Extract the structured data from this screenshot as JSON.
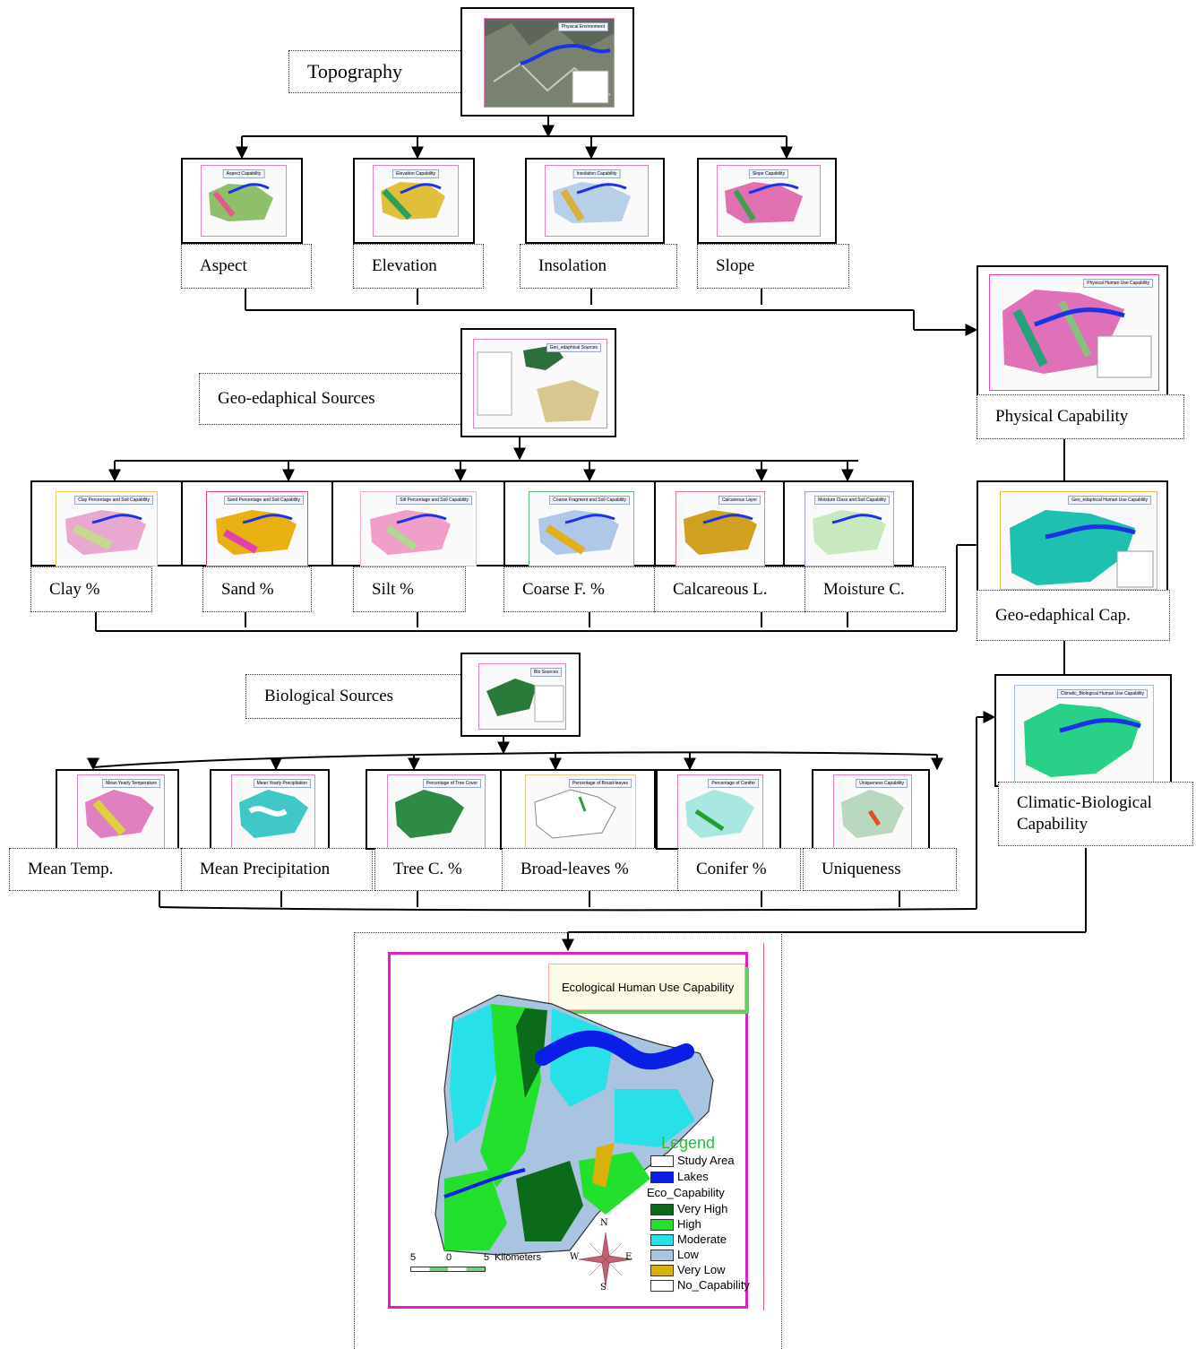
{
  "topography": {
    "label": "Topography",
    "thumb_title": "Physical Environment"
  },
  "topo_children": [
    {
      "label": "Aspect",
      "thumb_title": "Aspect Capability"
    },
    {
      "label": "Elevation",
      "thumb_title": "Elevation Capability"
    },
    {
      "label": "Insolation",
      "thumb_title": "Insolation Capability"
    },
    {
      "label": "Slope",
      "thumb_title": "Slope Capability"
    }
  ],
  "physical": {
    "label": "Physical Capability",
    "thumb_title": "Physical Human Use Capability"
  },
  "geo": {
    "label": "Geo-edaphical Sources",
    "thumb_title": "Geo_edaphical Sources"
  },
  "geo_children": [
    {
      "label": "Clay %",
      "thumb_title": "Clay Percentage and Soil Capability"
    },
    {
      "label": "Sand %",
      "thumb_title": "Sand Percentage and Soil Capability"
    },
    {
      "label": "Silt %",
      "thumb_title": "Silt Percentage and Soil Capability"
    },
    {
      "label": "Coarse F.  %",
      "thumb_title": "Coarse Fragment and Soil Capability"
    },
    {
      "label": "Calcareous L.",
      "thumb_title": "Calcareous Layer"
    },
    {
      "label": "Moisture C.",
      "thumb_title": "Moisture Class and Soil Capability"
    }
  ],
  "geo_cap": {
    "label": "Geo-edaphical Cap.",
    "thumb_title": "Geo_edaphical Human Use Capability"
  },
  "bio": {
    "label": "Biological Sources",
    "thumb_title": "Bio Sources"
  },
  "bio_children": [
    {
      "label": "Mean Temp.",
      "thumb_title": "Mean Yearly Temperature"
    },
    {
      "label": "Mean Precipitation",
      "thumb_title": "Mean Yearly Precipitation"
    },
    {
      "label": "Tree C.  %",
      "thumb_title": "Percentage of Tree Cover"
    },
    {
      "label": "Broad-leaves %",
      "thumb_title": "Percentage of Broad-leaves"
    },
    {
      "label": "Conifer %",
      "thumb_title": "Percentage of Conifer"
    },
    {
      "label": "Uniqueness",
      "thumb_title": "Uniqueness Capability"
    }
  ],
  "climatic": {
    "label": "Climatic-Biological Capability",
    "thumb_title": "Climatic_Biological Human Use Capability"
  },
  "eco_map": {
    "title": "Ecological Human Use Capability",
    "legend_title": "Legend",
    "items": [
      {
        "label": "Study Area",
        "color": "#ffffff"
      },
      {
        "label": "Lakes",
        "color": "#0a1ee6"
      }
    ],
    "eco_heading": "Eco_Capability",
    "classes": [
      {
        "label": "Very High",
        "color": "#0b6b1a"
      },
      {
        "label": "High",
        "color": "#22e02c"
      },
      {
        "label": "Moderate",
        "color": "#28e0e8"
      },
      {
        "label": "Low",
        "color": "#a8c4e0"
      },
      {
        "label": "Very Low",
        "color": "#d8b20a"
      },
      {
        "label": "No_Capability",
        "color": "#ffffff"
      }
    ],
    "compass": {
      "n": "N",
      "s": "S",
      "e": "E",
      "w": "W"
    },
    "scale": {
      "left": "5",
      "mid": "0",
      "right": "5",
      "unit": "Kilometers"
    }
  }
}
